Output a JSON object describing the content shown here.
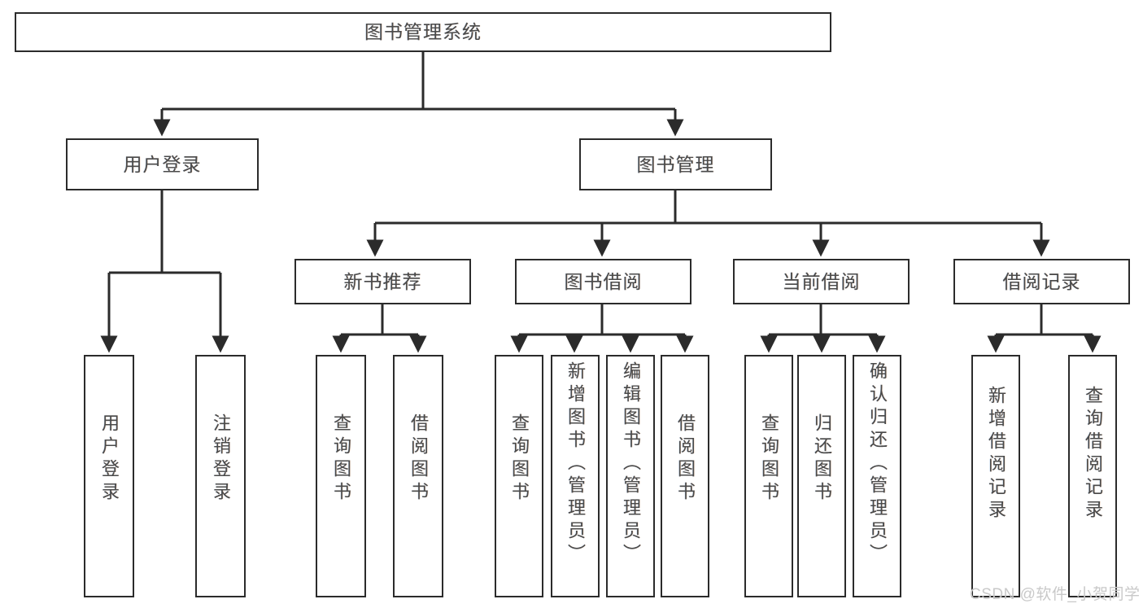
{
  "diagram": {
    "title": "图书管理系统",
    "type": "function-structure-tree",
    "orientation": "top-down",
    "colors": {
      "box_border": "#2b2b2b",
      "box_fill": "#ffffff",
      "edge": "#2b2b2b",
      "text": "#4a4a4a",
      "watermark": "#c9c9c9",
      "background": "#ffffff"
    },
    "nodes": {
      "root": {
        "label": "图书管理系统",
        "level": 1
      },
      "l2": [
        {
          "id": "user-login",
          "label": "用户登录",
          "level": 2
        },
        {
          "id": "book-manage",
          "label": "图书管理",
          "level": 2
        }
      ],
      "l3": [
        {
          "id": "new-book-rec",
          "label": "新书推荐",
          "level": 3
        },
        {
          "id": "book-borrow",
          "label": "图书借阅",
          "level": 3
        },
        {
          "id": "current-borrow",
          "label": "当前借阅",
          "level": 3
        },
        {
          "id": "borrow-record",
          "label": "借阅记录",
          "level": 3
        }
      ],
      "leaves": [
        {
          "id": "leaf-user-login",
          "label": "用户登录",
          "parent": "user-login"
        },
        {
          "id": "leaf-logout",
          "label": "注销登录",
          "parent": "user-login"
        },
        {
          "id": "leaf-query-book-1",
          "label": "查询图书",
          "parent": "new-book-rec"
        },
        {
          "id": "leaf-borrow-book-1",
          "label": "借阅图书",
          "parent": "new-book-rec"
        },
        {
          "id": "leaf-query-book-2",
          "label": "查询图书",
          "parent": "book-borrow"
        },
        {
          "id": "leaf-add-book",
          "label": "新增图书（管理员）",
          "parent": "book-borrow"
        },
        {
          "id": "leaf-edit-book",
          "label": "编辑图书（管理员）",
          "parent": "book-borrow"
        },
        {
          "id": "leaf-borrow-book-2",
          "label": "借阅图书",
          "parent": "book-borrow"
        },
        {
          "id": "leaf-query-book-3",
          "label": "查询图书",
          "parent": "current-borrow"
        },
        {
          "id": "leaf-return-book",
          "label": "归还图书",
          "parent": "current-borrow"
        },
        {
          "id": "leaf-confirm-return",
          "label": "确认归还（管理员）",
          "parent": "current-borrow"
        },
        {
          "id": "leaf-add-record",
          "label": "新增借阅记录",
          "parent": "borrow-record"
        },
        {
          "id": "leaf-query-record",
          "label": "查询借阅记录",
          "parent": "borrow-record"
        }
      ]
    }
  },
  "watermark": {
    "text": "CSDN @软件_小贺同学"
  }
}
